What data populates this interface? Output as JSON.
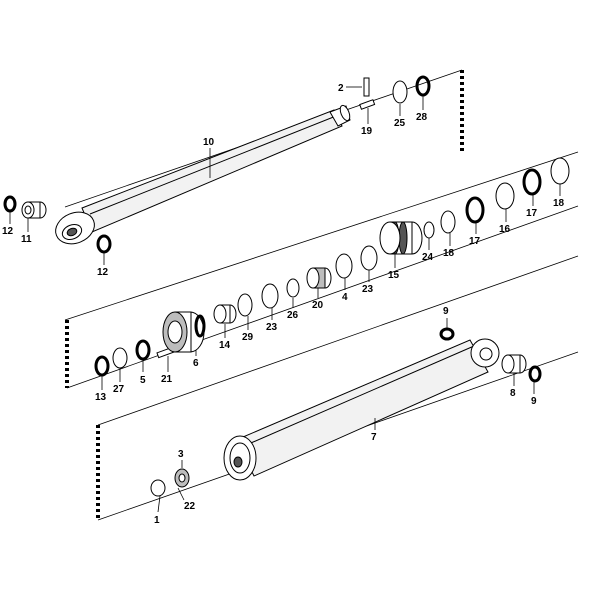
{
  "diagram": {
    "labels": {
      "p1": "1",
      "p2": "2",
      "p3": "3",
      "p4": "4",
      "p5": "5",
      "p6": "6",
      "p7": "7",
      "p8": "8",
      "p9a": "9",
      "p9b": "9",
      "p10": "10",
      "p11": "11",
      "p12a": "12",
      "p12b": "12",
      "p13": "13",
      "p14": "14",
      "p15": "15",
      "p16": "16",
      "p17a": "17",
      "p17b": "17",
      "p18a": "18",
      "p18b": "18",
      "p19": "19",
      "p20": "20",
      "p21": "21",
      "p22": "22",
      "p23a": "23",
      "p23b": "23",
      "p24": "24",
      "p25": "25",
      "p26": "26",
      "p27": "27",
      "p28": "28",
      "p29": "29"
    }
  }
}
